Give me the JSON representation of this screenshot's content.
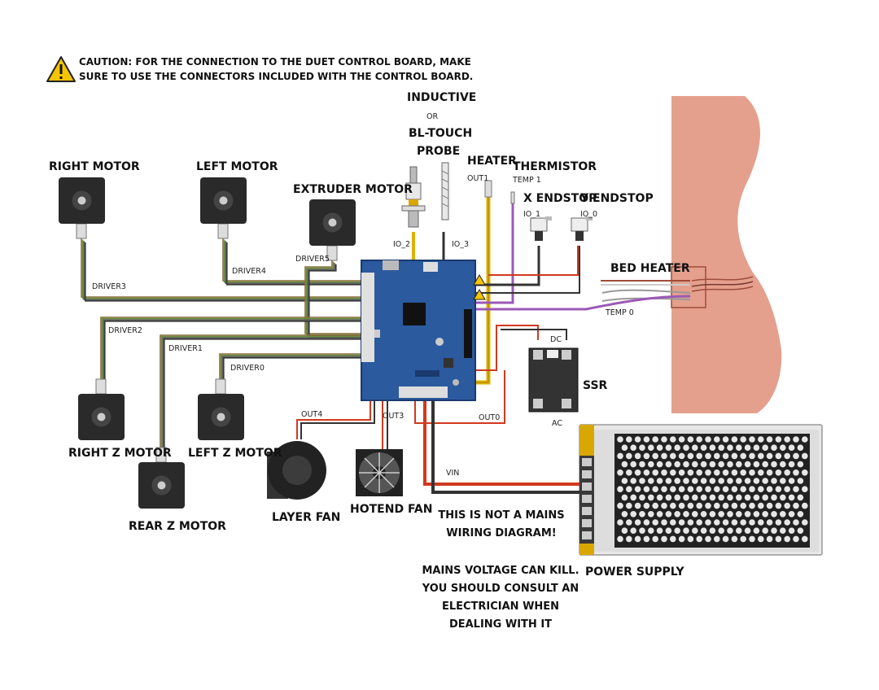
{
  "caution": {
    "line1": "CAUTION: FOR THE CONNECTION TO THE DUET CONTROL BOARD, MAKE",
    "line2": "SURE TO USE THE CONNECTORS INCLUDED WITH THE CONTROL BOARD."
  },
  "probe": {
    "line1": "INDUCTIVE",
    "line2": "OR",
    "line3": "BL-TOUCH",
    "line4": "PROBE"
  },
  "labels": {
    "right_motor": "RIGHT MOTOR",
    "left_motor": "LEFT MOTOR",
    "extruder_motor": "EXTRUDER MOTOR",
    "heater": "HEATER",
    "thermistor": "THERMISTOR",
    "x_endstop": "X ENDSTOP",
    "y_endstop": "Y ENDSTOP",
    "bed_heater": "BED HEATER",
    "ssr": "SSR",
    "right_z_motor": "RIGHT Z MOTOR",
    "left_z_motor": "LEFT Z MOTOR",
    "rear_z_motor": "REAR Z MOTOR",
    "layer_fan": "LAYER FAN",
    "hotend_fan": "HOTEND FAN",
    "power_supply": "POWER SUPPLY"
  },
  "ports": {
    "out1": "OUT1",
    "temp1": "TEMP 1",
    "io_1": "IO_1",
    "io_0": "IO_0",
    "io_2": "IO_2",
    "io_3": "IO_3",
    "driver5": "DRIVER5",
    "driver4": "DRIVER4",
    "driver3": "DRIVER3",
    "driver2": "DRIVER2",
    "driver1": "DRIVER1",
    "driver0": "DRIVER0",
    "temp0": "TEMP 0",
    "dc": "DC",
    "ac": "AC",
    "out4": "OUT4",
    "out3": "OUT3",
    "out0": "OUT0",
    "vin": "VIN"
  },
  "notes": {
    "not_mains_1": "THIS IS NOT A MAINS",
    "not_mains_2": "WIRING DIAGRAM!",
    "warning_1": "MAINS VOLTAGE CAN KILL.",
    "warning_2": "YOU SHOULD CONSULT AN",
    "warning_3": "ELECTRICIAN WHEN",
    "warning_4": "DEALING WITH IT"
  },
  "icons": {
    "caution": "warning-triangle-icon"
  },
  "colors": {
    "board": "#2b5a9e",
    "bed": "#d98c7a",
    "heater_wire": "#e0b000",
    "thermistor_wire": "#9b59b6",
    "power_red": "#d03a1e"
  }
}
